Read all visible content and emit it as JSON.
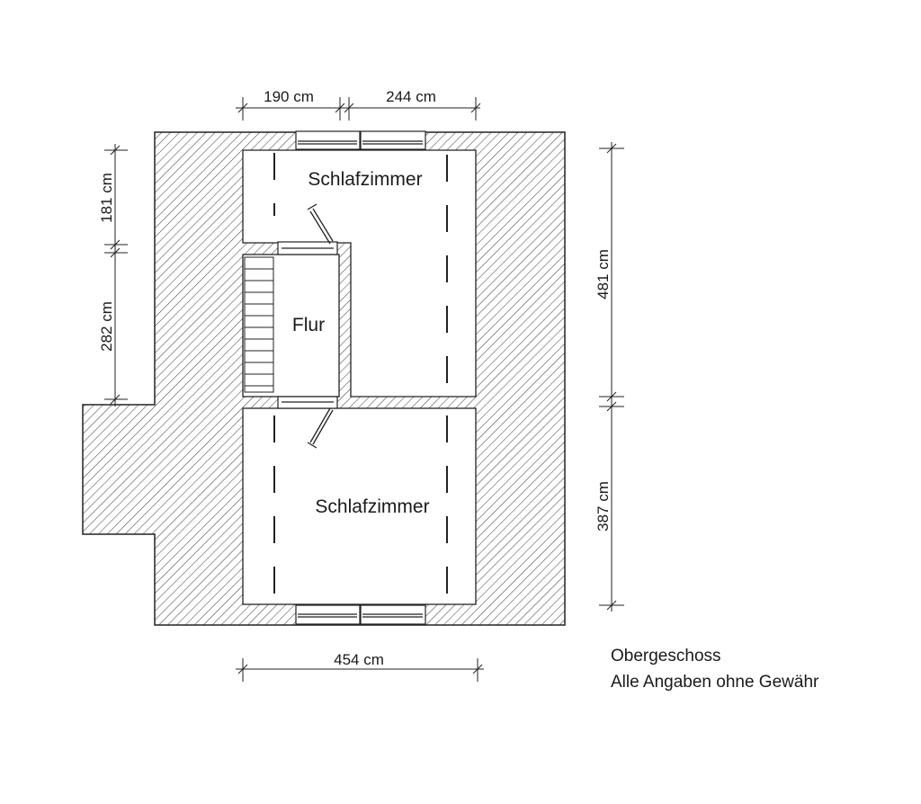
{
  "rooms": {
    "bedroom_top": "Schlafzimmer",
    "hallway": "Flur",
    "bedroom_bottom": "Schlafzimmer"
  },
  "dimensions": {
    "top_left": "190 cm",
    "top_right": "244 cm",
    "left_upper": "181 cm",
    "left_lower": "282 cm",
    "right_upper": "481 cm",
    "right_lower": "387 cm",
    "bottom": "454 cm"
  },
  "notes": {
    "floor": "Obergeschoss",
    "disclaimer": "Alle Angaben ohne Gewähr"
  }
}
